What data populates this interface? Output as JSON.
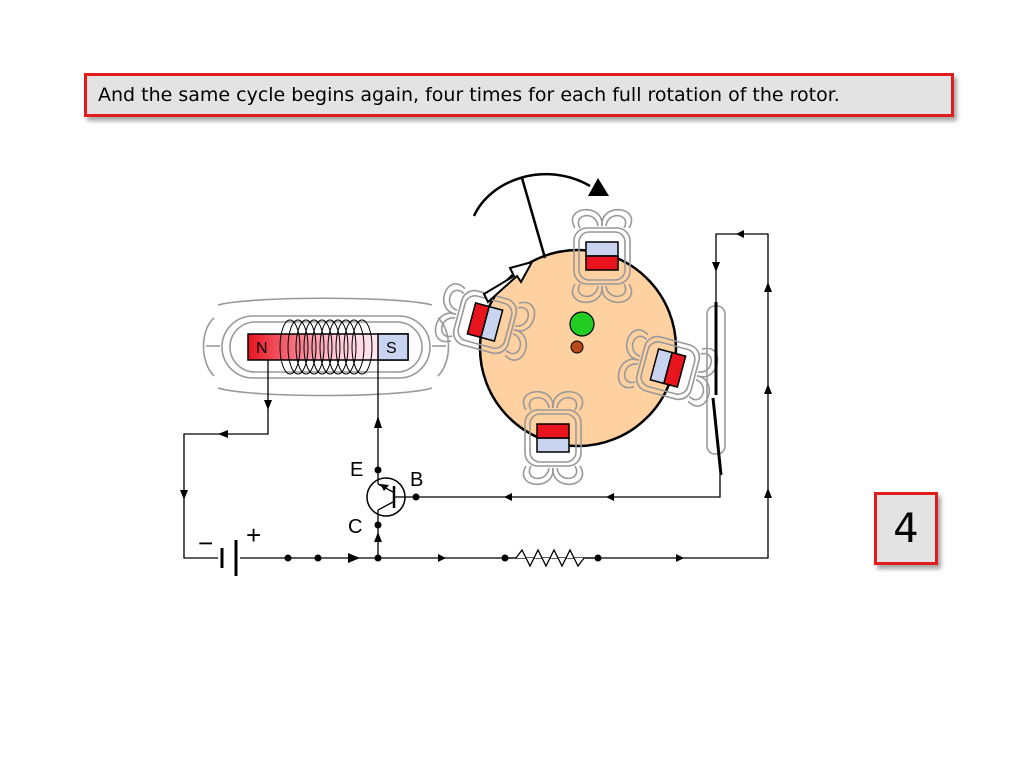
{
  "caption": "And the same cycle begins again, four times for each full rotation of the rotor.",
  "step_number": "4",
  "magnet": {
    "north_label": "N",
    "south_label": "S"
  },
  "transistor": {
    "emitter_label": "E",
    "base_label": "B",
    "collector_label": "C"
  },
  "battery": {
    "minus_label": "−",
    "plus_label": "+"
  },
  "colors": {
    "frame_red": "#e01c1c",
    "rotor_fill": "#ffd0a0",
    "rotor_magnet_red": "#e8141e",
    "rotor_magnet_blue": "#c8d4f0",
    "axle_green": "#22cc22",
    "pivot_brown": "#b84a1a"
  }
}
